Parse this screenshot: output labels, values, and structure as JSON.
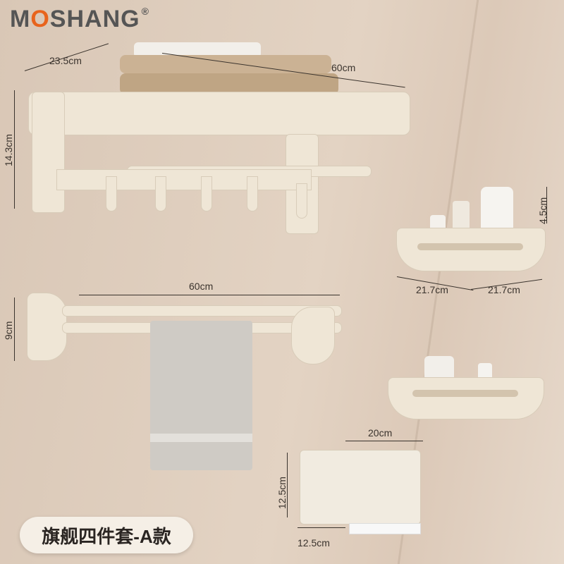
{
  "brand": {
    "text_o": "M",
    "text_accent": "O",
    "text_rest": "SHANG",
    "reg": "®"
  },
  "dimensions": {
    "rack_depth": "23.5cm",
    "rack_width": "60cm",
    "rack_height": "14.3cm",
    "shelf_height": "4.5cm",
    "shelf_side_a": "21.7cm",
    "shelf_side_b": "21.7cm",
    "bar_width": "60cm",
    "bar_height": "9cm",
    "box_width": "20cm",
    "box_height": "12.5cm",
    "box_depth": "12.5cm"
  },
  "badge": {
    "text": "旗舰四件套-A款"
  },
  "colors": {
    "brand_accent": "#e8641d",
    "wall": "#dcc9b8",
    "fixture": "#efe6d6"
  }
}
